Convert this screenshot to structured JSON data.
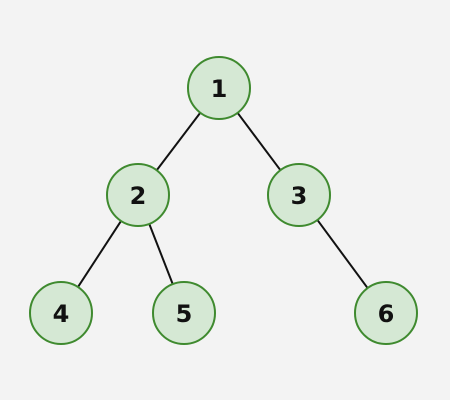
{
  "diagram": {
    "type": "binary-tree",
    "colors": {
      "background": "#f3f3f3",
      "node_fill": "#d5e8d4",
      "node_stroke": "#3f8a2f",
      "edge": "#111111",
      "label": "#111111"
    },
    "nodes": [
      {
        "id": "n1",
        "label": "1"
      },
      {
        "id": "n2",
        "label": "2"
      },
      {
        "id": "n3",
        "label": "3"
      },
      {
        "id": "n4",
        "label": "4"
      },
      {
        "id": "n5",
        "label": "5"
      },
      {
        "id": "n6",
        "label": "6"
      }
    ],
    "edges": [
      {
        "from": "n1",
        "to": "n2"
      },
      {
        "from": "n1",
        "to": "n3"
      },
      {
        "from": "n2",
        "to": "n4"
      },
      {
        "from": "n2",
        "to": "n5"
      },
      {
        "from": "n3",
        "to": "n6"
      }
    ]
  }
}
